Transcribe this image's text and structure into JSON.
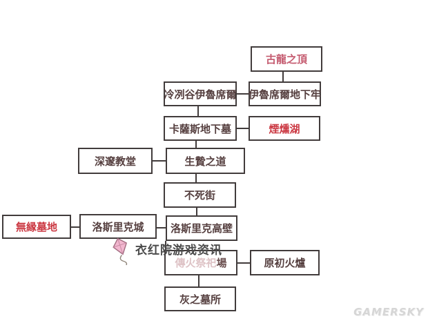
{
  "diagram": {
    "description_colors": {
      "border": "#413b3b",
      "dark_text": "#553f3f",
      "red_text": "#cb3842",
      "rose_text": "#c4596e",
      "faded_text": "#dec3c6",
      "watermark_text": "#4a4a4a",
      "kite_pink": "#f0b6ce"
    },
    "nodes": {
      "archdragon_peak": {
        "label": "古龍之頂"
      },
      "irithyll": {
        "label": "冷冽谷伊魯席爾"
      },
      "irithyll_dungeon": {
        "label": "伊魯席爾地下牢"
      },
      "catacombs_carthus": {
        "label": "卡薩斯地下墓"
      },
      "smouldering_lake": {
        "label": "煙燻湖"
      },
      "cathedral_of_deep": {
        "label": "深邃教堂"
      },
      "road_of_sacrifices": {
        "label": "生贄之道"
      },
      "undead_settlement": {
        "label": "不死街"
      },
      "untended_graves": {
        "label": "無縁墓地"
      },
      "lothric_castle": {
        "label": "洛斯里克城"
      },
      "high_wall_of_lothric": {
        "label": "洛斯里克高壁"
      },
      "firelink_shrine": {
        "label_faded": "傳火祭祀",
        "label_dark": "場"
      },
      "kiln_of_first_flame": {
        "label": "原初火爐"
      },
      "cemetery_of_ash": {
        "label": "灰之墓所"
      }
    },
    "watermarks": {
      "site_name": "衣红院游戏资讯",
      "corner_logo": "GAMERSKY"
    }
  }
}
